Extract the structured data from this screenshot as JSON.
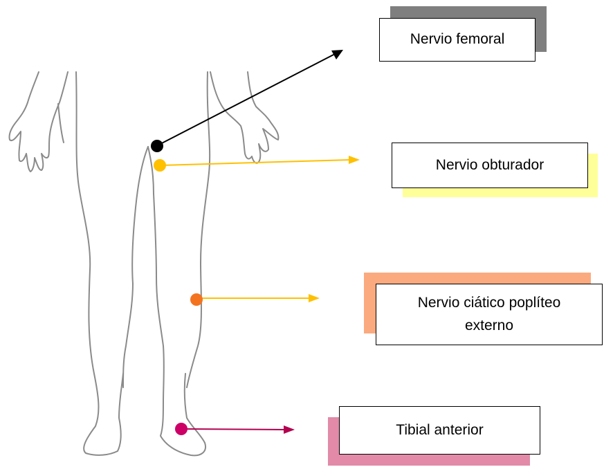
{
  "labels": {
    "femoral": "Nervio femoral",
    "obturador": "Nervio obturador",
    "ciatico": "Nervio ciático poplíteo externo",
    "tibial": "Tibial anterior"
  },
  "colors": {
    "femoral_dot": "#000000",
    "femoral_arrow": "#000000",
    "femoral_shadow": "#7f7f7f",
    "obturador_dot": "#ffc000",
    "obturador_arrow": "#ffc000",
    "obturador_shadow": "#ffff99",
    "ciatico_dot": "#f4731f",
    "ciatico_arrow": "#ffc000",
    "ciatico_shadow": "#fbaa7f",
    "tibial_dot": "#cc0066",
    "tibial_arrow": "#b3004f",
    "tibial_shadow": "#e28aa8",
    "body_outline": "#8a8a8a"
  }
}
